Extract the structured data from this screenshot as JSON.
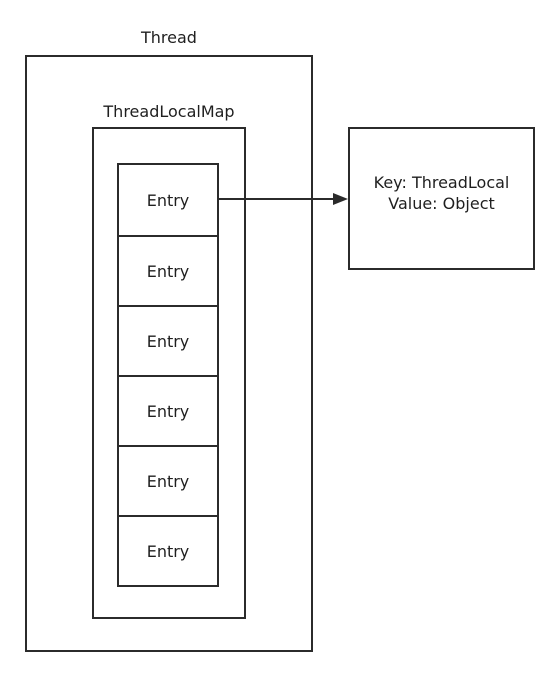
{
  "thread": {
    "label": "Thread"
  },
  "map": {
    "label": "ThreadLocalMap"
  },
  "entries": [
    "Entry",
    "Entry",
    "Entry",
    "Entry",
    "Entry",
    "Entry"
  ],
  "entry_detail": {
    "key_line": "Key: ThreadLocal",
    "value_line": "Value: Object"
  },
  "colors": {
    "stroke": "#2b2b2b",
    "background": "#ffffff"
  }
}
